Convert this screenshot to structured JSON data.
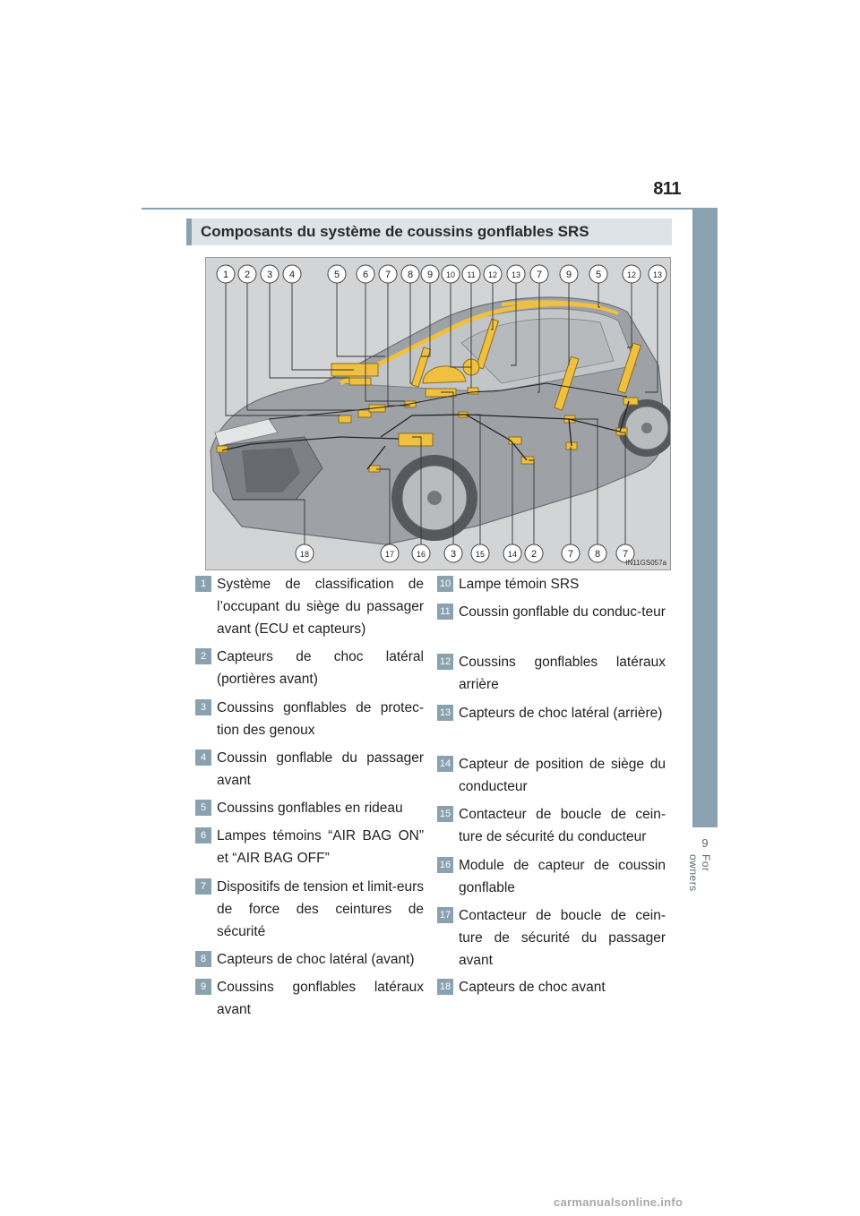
{
  "page_number": "811",
  "chapter": {
    "number": "9",
    "title": "For owners"
  },
  "section_title": "Composants du système de coussins gonflables SRS",
  "figure": {
    "code": "IN11GS057a",
    "top_callouts": [
      "1",
      "2",
      "3",
      "4",
      "5",
      "6",
      "7",
      "8",
      "9",
      "10",
      "11",
      "12",
      "13",
      "7",
      "9",
      "5",
      "12",
      "13"
    ],
    "bottom_callouts": [
      "18",
      "17",
      "16",
      "3",
      "15",
      "14",
      "2",
      "7",
      "8",
      "7"
    ]
  },
  "legend": [
    {
      "num": "1",
      "text": "Système de classification de l’occupant du siège du passager avant (ECU et capteurs)"
    },
    {
      "num": "2",
      "text": "Capteurs de choc latéral (portières avant)"
    },
    {
      "num": "3",
      "text": "Coussins gonflables de protec-tion des genoux"
    },
    {
      "num": "4",
      "text": "Coussin gonflable du passager avant"
    },
    {
      "num": "5",
      "text": "Coussins gonflables en rideau"
    },
    {
      "num": "6",
      "text": "Lampes témoins “AIR BAG ON” et “AIR BAG OFF”"
    },
    {
      "num": "7",
      "text": "Dispositifs de tension et limit-eurs de force des ceintures de sécurité"
    },
    {
      "num": "8",
      "text": "Capteurs de choc latéral (avant)"
    },
    {
      "num": "9",
      "text": "Coussins gonflables latéraux avant"
    },
    {
      "num": "10",
      "text": "Lampe témoin SRS"
    },
    {
      "num": "11",
      "text": "Coussin gonflable du conduc-teur"
    },
    {
      "num": "12",
      "text": "Coussins gonflables latéraux arrière"
    },
    {
      "num": "13",
      "text": "Capteurs de choc latéral (arrière)"
    },
    {
      "num": "14",
      "text": "Capteur de position de siège du conducteur"
    },
    {
      "num": "15",
      "text": "Contacteur de boucle de cein-ture de sécurité du conducteur"
    },
    {
      "num": "16",
      "text": "Module de capteur de coussin gonflable"
    },
    {
      "num": "17",
      "text": "Contacteur de boucle de cein-ture de sécurité du passager avant"
    },
    {
      "num": "18",
      "text": "Capteurs de choc avant"
    }
  ],
  "watermark": "carmanualsonline.info",
  "colors": {
    "accent": "#8aa2b0",
    "airbag": "#f0c040"
  }
}
